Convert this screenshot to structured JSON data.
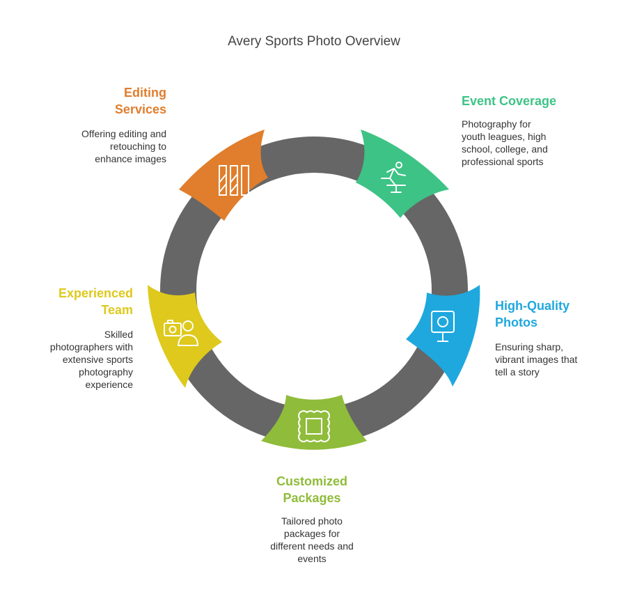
{
  "title": "Avery Sports Photo Overview",
  "colors": {
    "ring": "#666666",
    "editing": "#E07E2D",
    "event": "#3DC385",
    "quality": "#1FA8DE",
    "packages": "#8FBC3A",
    "team": "#DEC91C"
  },
  "items": [
    {
      "key": "editing",
      "heading": [
        "Editing",
        "Services"
      ],
      "desc": [
        "Offering editing and",
        "retouching to",
        "enhance images"
      ],
      "icon": "bars-icon"
    },
    {
      "key": "event",
      "heading": [
        "Event Coverage"
      ],
      "desc": [
        "Photography for",
        "youth leagues, high",
        "school, college, and",
        "professional sports"
      ],
      "icon": "hurdle-runner-icon"
    },
    {
      "key": "quality",
      "heading": [
        "High-Quality",
        "Photos"
      ],
      "desc": [
        "Ensuring sharp,",
        "vibrant images that",
        "tell a story"
      ],
      "icon": "camera-on-tripod-icon"
    },
    {
      "key": "packages",
      "heading": [
        "Customized",
        "Packages"
      ],
      "desc": [
        "Tailored photo",
        "packages for",
        "different needs and",
        "events"
      ],
      "icon": "framed-picture-icon"
    },
    {
      "key": "team",
      "heading": [
        "Experienced",
        "Team"
      ],
      "desc": [
        "Skilled",
        "photographers with",
        "extensive sports",
        "photography",
        "experience"
      ],
      "icon": "photographer-icon"
    }
  ]
}
